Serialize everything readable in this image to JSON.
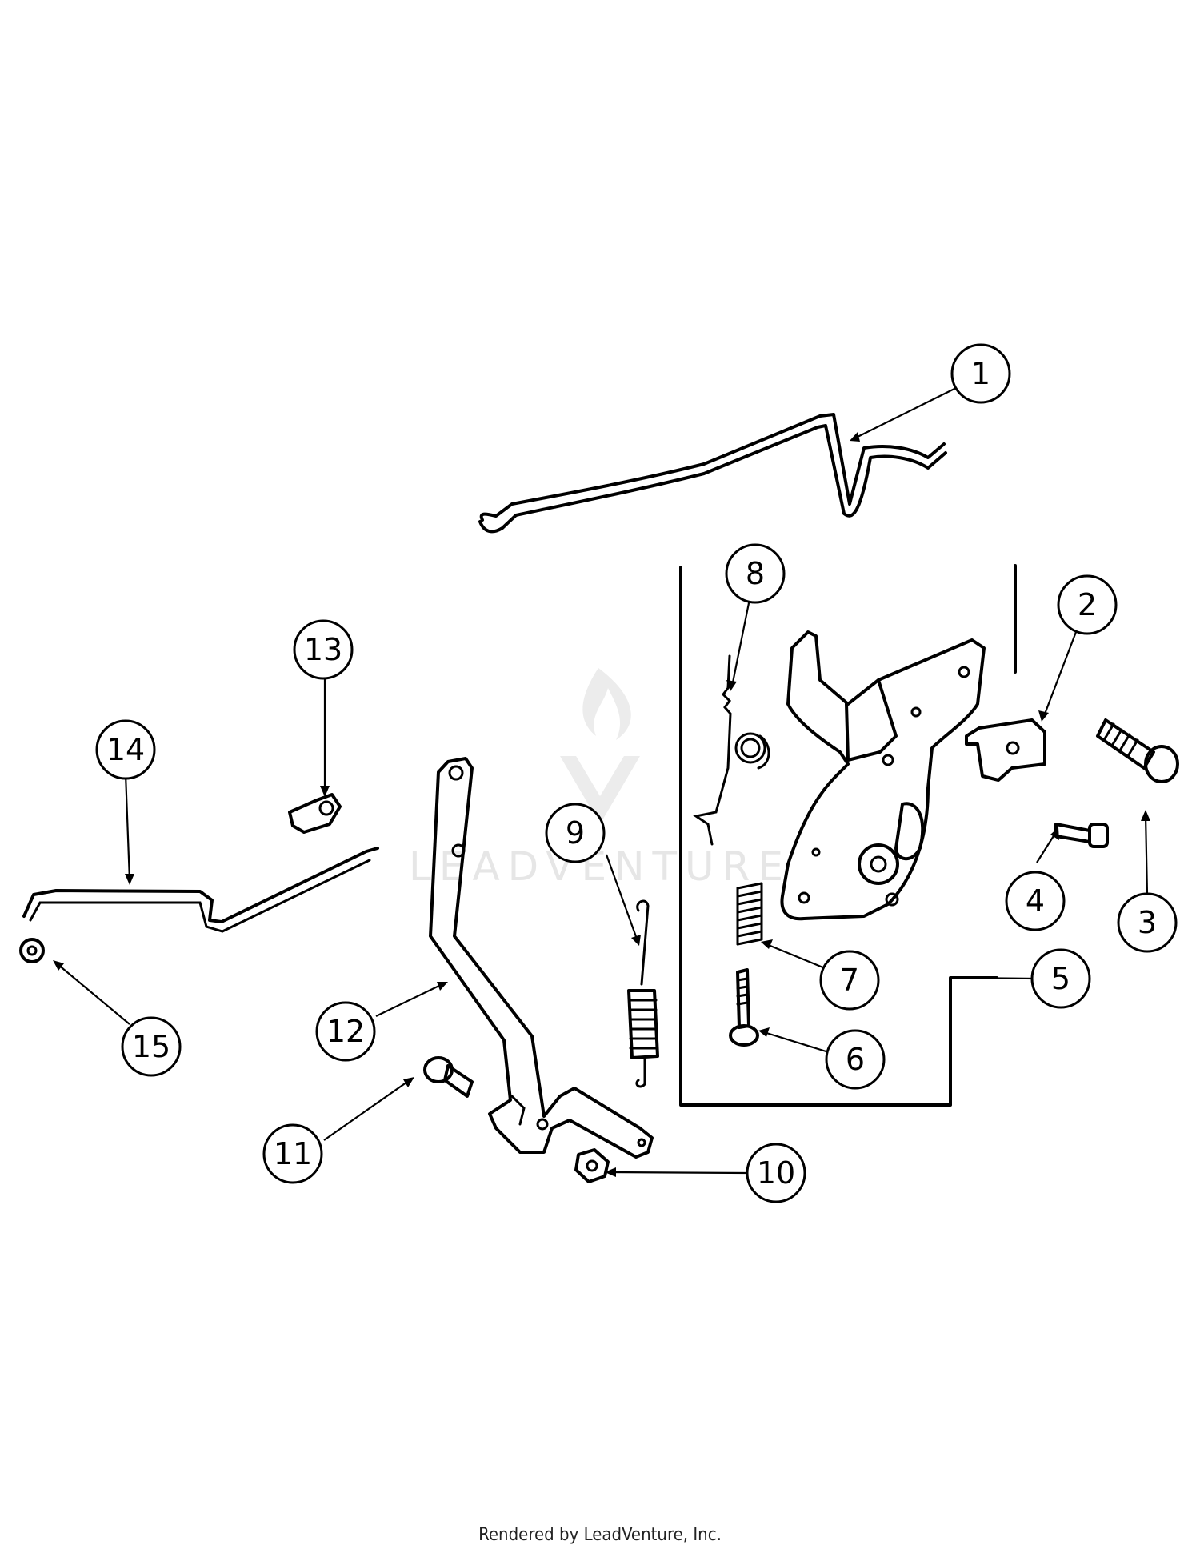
{
  "watermark": {
    "text": "LEADVENTURE"
  },
  "callouts": [
    {
      "id": "1",
      "label": "1"
    },
    {
      "id": "2",
      "label": "2"
    },
    {
      "id": "3",
      "label": "3"
    },
    {
      "id": "4",
      "label": "4"
    },
    {
      "id": "5",
      "label": "5"
    },
    {
      "id": "6",
      "label": "6"
    },
    {
      "id": "7",
      "label": "7"
    },
    {
      "id": "8",
      "label": "8"
    },
    {
      "id": "9",
      "label": "9"
    },
    {
      "id": "10",
      "label": "10"
    },
    {
      "id": "11",
      "label": "11"
    },
    {
      "id": "12",
      "label": "12"
    },
    {
      "id": "13",
      "label": "13"
    },
    {
      "id": "14",
      "label": "14"
    },
    {
      "id": "15",
      "label": "15"
    }
  ],
  "footer": {
    "text": "Rendered by LeadVenture, Inc."
  }
}
